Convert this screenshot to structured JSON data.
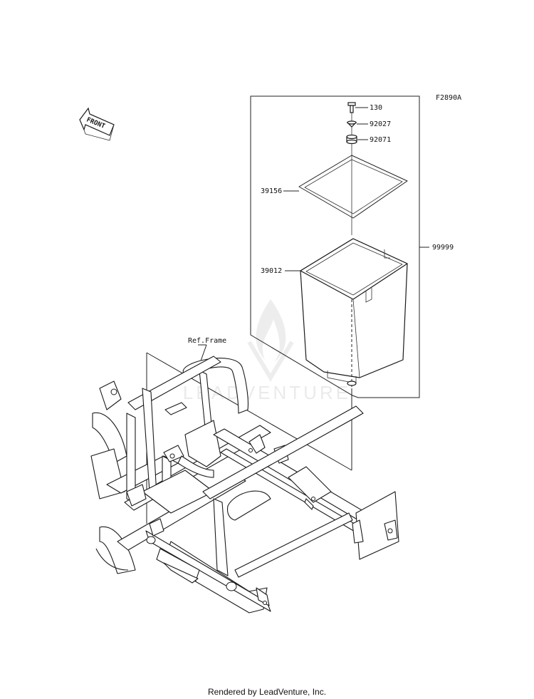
{
  "figure_code": "F2890A",
  "front_label": "FRONT",
  "ref_frame_label": "Ref.Frame",
  "watermark": "LEADVENTURE",
  "footer": "Rendered by LeadVenture, Inc.",
  "parts": {
    "bolt": "130",
    "washer": "92027",
    "grommet": "92071",
    "seal": "39156",
    "bin": "39012",
    "assembly": "99999"
  }
}
